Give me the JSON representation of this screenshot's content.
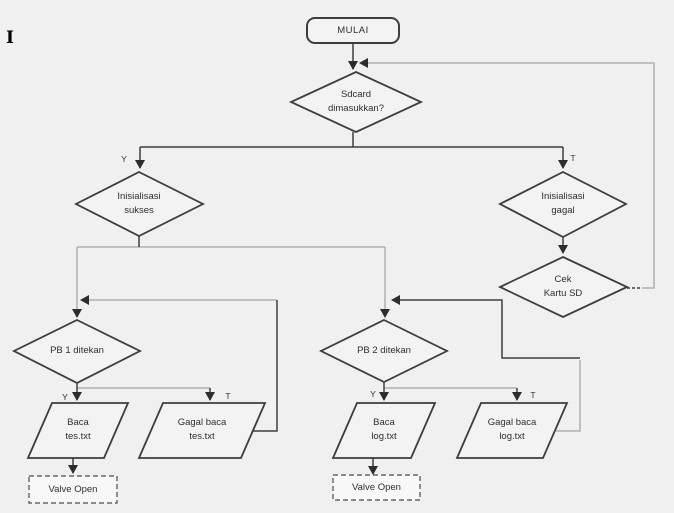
{
  "artifact": {
    "text": "I"
  },
  "flowchart": {
    "start": {
      "label": "MULAI"
    },
    "decision_sdcard": {
      "line1": "Sdcard",
      "line2": "dimasukkan?"
    },
    "decision_init_success": {
      "line1": "Inisialisasi",
      "line2": "sukses"
    },
    "decision_init_fail": {
      "line1": "Inisialisasi",
      "line2": "gagal"
    },
    "decision_check_card": {
      "line1": "Cek",
      "line2": "Kartu SD"
    },
    "decision_pb1": {
      "label": "PB 1 ditekan"
    },
    "decision_pb2": {
      "label": "PB 2 ditekan"
    },
    "io_read_tes": {
      "line1": "Baca",
      "line2": "tes.txt"
    },
    "io_fail_tes": {
      "line1": "Gagal baca",
      "line2": "tes.txt"
    },
    "io_read_log": {
      "line1": "Baca",
      "line2": "log.txt"
    },
    "io_fail_log": {
      "line1": "Gagal baca",
      "line2": "log.txt"
    },
    "process_valve_left": {
      "label": "Valve Open"
    },
    "process_valve_right": {
      "label": "Valve Open"
    },
    "branch_labels": {
      "sdcard_yes": "Y",
      "sdcard_no": "T",
      "pb1_yes": "Y",
      "pb1_no": "T",
      "pb2_yes": "Y",
      "pb2_no": "T"
    },
    "colors": {
      "background": "#f0f0f0",
      "shape_border": "#3d3d3d",
      "connector_dark": "#3f3f3f",
      "connector_light": "#b0b0b0"
    }
  }
}
